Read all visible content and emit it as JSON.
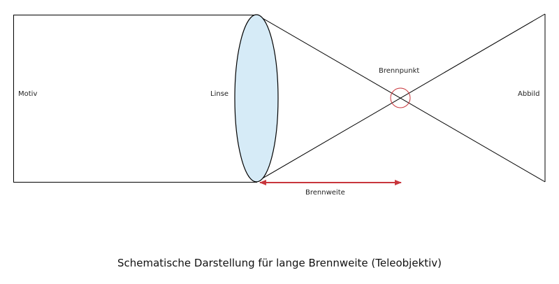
{
  "labels": {
    "motiv": "Motiv",
    "linse": "Linse",
    "brennpunkt": "Brennpunkt",
    "abbild": "Abbild",
    "brennweite": "Brennweite"
  },
  "caption": "Schematische Darstellung für lange Brennweite (Teleobjektiv)",
  "colors": {
    "lens_fill": "#d6ebf7",
    "accent": "#c8363c",
    "line": "#000000"
  }
}
